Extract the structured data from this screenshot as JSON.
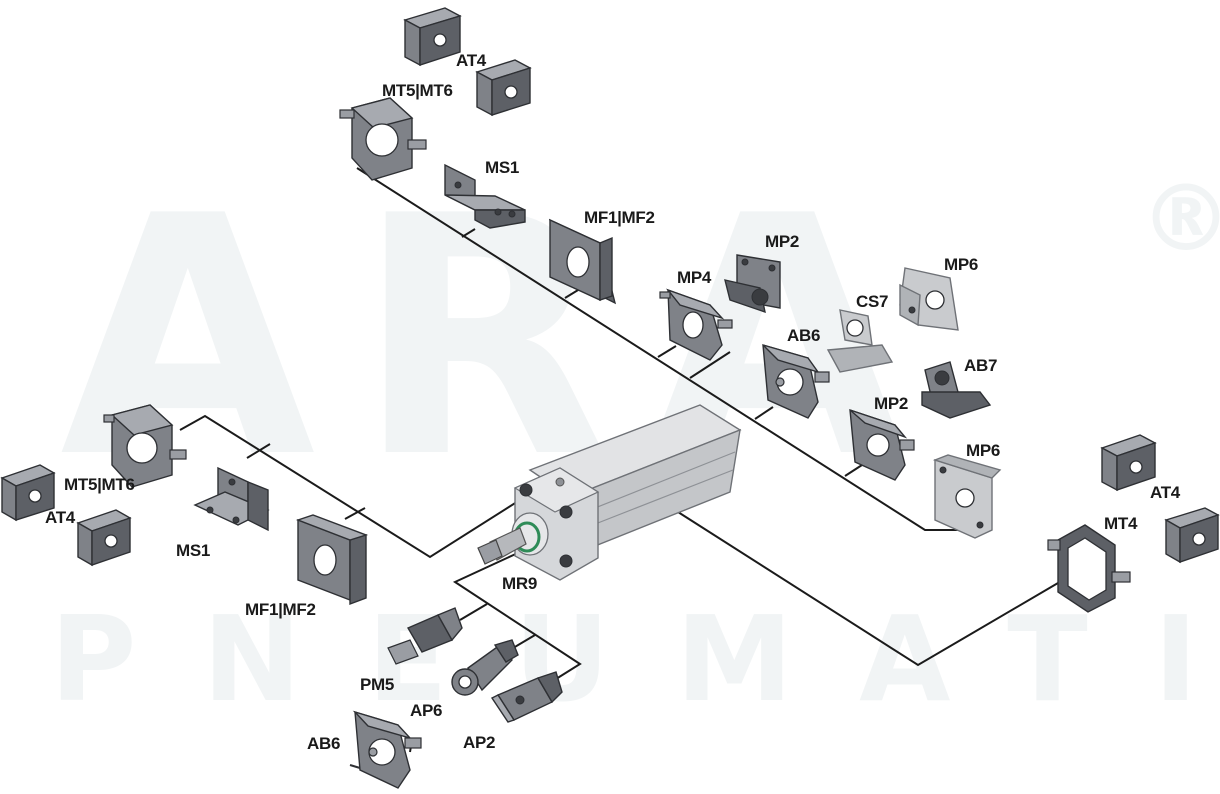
{
  "watermark": {
    "brand": "ARA",
    "sub": "PNEUMATIK",
    "registered": "®"
  },
  "labels": {
    "at4_top": "AT4",
    "mt5mt6_top": "MT5|MT6",
    "ms1_top": "MS1",
    "mf1mf2_top": "MF1|MF2",
    "mp2_top": "MP2",
    "mp4": "MP4",
    "mp6_top": "MP6",
    "cs7": "CS7",
    "ab6_top": "AB6",
    "ab7": "AB7",
    "mp2_mid": "MP2",
    "mp6_mid": "MP6",
    "at4_right": "AT4",
    "mt4": "MT4",
    "mt5mt6_left": "MT5|MT6",
    "at4_left": "AT4",
    "ms1_left": "MS1",
    "mf1mf2_bottom": "MF1|MF2",
    "mr9": "MR9",
    "pm5": "PM5",
    "ap6": "AP6",
    "ab6_bottom": "AB6",
    "ap2": "AP2"
  },
  "colors": {
    "accessory_metal": "#7f8288",
    "cylinder_body": "#c9cbce",
    "rod_seal": "#2e8b57",
    "connector_line": "#1b1b1b",
    "watermark": "#f1f4f5"
  }
}
